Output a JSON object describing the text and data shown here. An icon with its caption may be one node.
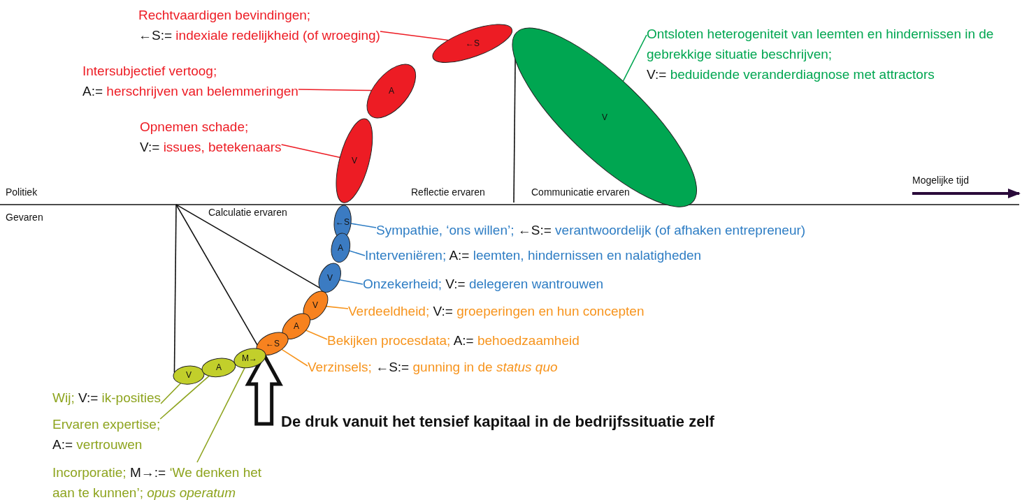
{
  "diagram": {
    "nodes": [
      {
        "text": [
          "Rechtvaardigen bevindingen;",
          "←S:=",
          "indexiale redelijkheid (of wroeging)"
        ]
      },
      {
        "text": [
          "←S"
        ]
      },
      {
        "text": [
          "Intersubjectief vertoog;",
          "A:=",
          "herschrijven van belemmeringen"
        ]
      },
      {
        "text": [
          "A"
        ]
      },
      {
        "text": [
          "Opnemen schade;",
          "V:=",
          "issues, betekenaars"
        ]
      },
      {
        "text": [
          "V"
        ]
      },
      {
        "text": [
          "Ontsloten heterogeniteit van leemten en hindernissen in de gebrekkige situatie beschrijven;",
          "V:=",
          "beduidende veranderdiagnose met attractors"
        ]
      },
      {
        "text": [
          "V"
        ]
      },
      {
        "text": [
          "Sympathie, ‘ons willen’;",
          "←S:=",
          "verantwoordelijk (of afhaken entrepreneur)"
        ]
      },
      {
        "text": [
          "←S"
        ]
      },
      {
        "text": [
          "Interveniëren;",
          "A:=",
          "leemten, hindernissen en nalatigheden"
        ]
      },
      {
        "text": [
          "A"
        ]
      },
      {
        "text": [
          "Onzekerheid;",
          "V:=",
          "delegeren wantrouwen"
        ]
      },
      {
        "text": [
          "V"
        ]
      },
      {
        "text": [
          "Verdeeldheid;",
          "V:=",
          "groeperingen en hun concepten"
        ]
      },
      {
        "text": [
          "V"
        ]
      },
      {
        "text": [
          "Bekijken procesdata;",
          "A:=",
          "behoedzaamheid"
        ]
      },
      {
        "text": [
          "A"
        ]
      },
      {
        "text": [
          "Verzinsels;",
          "←S:=",
          "gunning in de *status quo*"
        ]
      },
      {
        "text": [
          "←S"
        ]
      },
      {
        "text": [
          "Wij;",
          "V:=",
          "ik-posities"
        ]
      },
      {
        "text": [
          "V"
        ]
      },
      {
        "text": [
          "Ervaren expertise;",
          "A:=",
          "vertrouwen"
        ]
      },
      {
        "text": [
          "A"
        ]
      },
      {
        "text": [
          "Incorporatie;",
          "M→:=",
          "‘We denken het aan te kunnen’; *opus operatum*"
        ]
      },
      {
        "text": [
          "M→"
        ]
      }
    ],
    "edges": [
      {
        "from": 0,
        "to": 1,
        "arrow": "none",
        "color": "#ed1c24"
      },
      {
        "from": 2,
        "to": 3,
        "arrow": "none",
        "color": "#ed1c24"
      },
      {
        "from": 4,
        "to": 5,
        "arrow": "none",
        "color": "#ed1c24"
      },
      {
        "from": 6,
        "to": 7,
        "arrow": "none",
        "color": "#00a651"
      },
      {
        "from": 8,
        "to": 9,
        "arrow": "none",
        "color": "#2e7dc4"
      },
      {
        "from": 10,
        "to": 11,
        "arrow": "none",
        "color": "#2e7dc4"
      },
      {
        "from": 12,
        "to": 13,
        "arrow": "none",
        "color": "#2e7dc4"
      },
      {
        "from": 14,
        "to": 15,
        "arrow": "none",
        "color": "#f7941d"
      },
      {
        "from": 16,
        "to": 17,
        "arrow": "none",
        "color": "#f7941d"
      },
      {
        "from": 18,
        "to": 19,
        "arrow": "none",
        "color": "#f7941d"
      },
      {
        "from": 20,
        "to": 21,
        "arrow": "none",
        "color": "#8ea41f"
      },
      {
        "from": 22,
        "to": 23,
        "arrow": "none",
        "color": "#8ea41f"
      },
      {
        "from": 24,
        "to": 25,
        "arrow": "none",
        "color": "#8ea41f"
      },
      {
        "from": null,
        "to": 7,
        "arrow": "none"
      },
      {
        "from": null,
        "to": 21,
        "arrow": "none"
      },
      {
        "from": null,
        "to": 19,
        "arrow": "none"
      },
      {
        "from": null,
        "to": 13,
        "arrow": "none"
      },
      {
        "from": null,
        "to": 19,
        "arrow": "to",
        "style": "thick"
      }
    ],
    "labels": [
      "Mogelijke tijd",
      "Politiek",
      "Reflectie ervaren",
      "Communicatie ervaren",
      "Gevaren",
      "Calculatie ervaren",
      "De druk vanuit het tensief kapitaal in de bedrijfssituatie zelf"
    ]
  }
}
